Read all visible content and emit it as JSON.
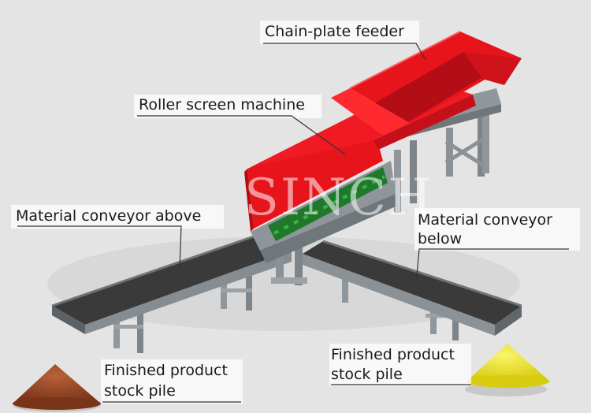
{
  "labels": {
    "chain_plate_feeder": "Chain-plate feeder",
    "roller_screen_machine": "Roller screen machine",
    "material_conveyor_above": "Material conveyor above",
    "material_conveyor_below_line1": "Material conveyor",
    "material_conveyor_below_line2": "below",
    "finished_left_line1": "Finished product",
    "finished_left_line2": "stock pile",
    "finished_right_line1": "Finished product",
    "finished_right_line2": "stock pile"
  },
  "watermark": {
    "text": "SINCH"
  },
  "colors": {
    "hopper_red": "#e8141c",
    "frame_grey": "#8f979c",
    "belt_dark": "#3a3a3a",
    "roller_green": "#1e7a2a",
    "pile_left": "#9a4a2a",
    "pile_right": "#f2e81a"
  }
}
